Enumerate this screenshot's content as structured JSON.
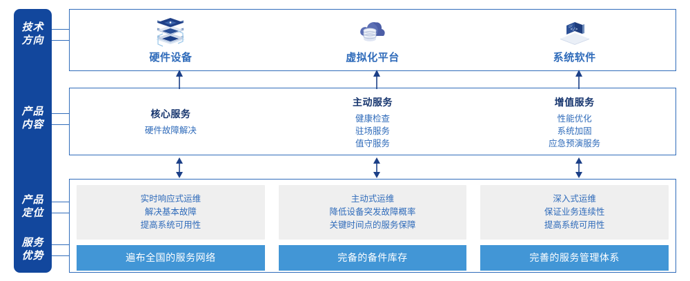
{
  "rail": {
    "labels": [
      {
        "name": "tech-direction",
        "lines": [
          "技术",
          "方向"
        ]
      },
      {
        "name": "product-content",
        "lines": [
          "产品",
          "内容"
        ]
      },
      {
        "name": "product-positioning",
        "lines": [
          "产品",
          "定位"
        ]
      },
      {
        "name": "service-advantage",
        "lines": [
          "服务",
          "优势"
        ]
      }
    ]
  },
  "tech": {
    "columns": [
      {
        "icon": "server-stack-icon",
        "title": "硬件设备"
      },
      {
        "icon": "cloud-database-icon",
        "title": "虚拟化平台"
      },
      {
        "icon": "laptop-code-icon",
        "title": "系统软件"
      }
    ]
  },
  "content": {
    "columns": [
      {
        "title": "核心服务",
        "items": [
          "硬件故障解决"
        ]
      },
      {
        "title": "主动服务",
        "items": [
          "健康检查",
          "驻场服务",
          "值守服务"
        ]
      },
      {
        "title": "增值服务",
        "items": [
          "性能优化",
          "系统加固",
          "应急预演服务"
        ]
      }
    ]
  },
  "bottom": {
    "columns": [
      {
        "positioning": [
          "实时响应式运维",
          "解决基本故障",
          "提高系统可用性"
        ],
        "advantage": "遍布全国的服务网络"
      },
      {
        "positioning": [
          "主动式运维",
          "降低设备突发故障概率",
          "关键时间点的服务保障"
        ],
        "advantage": "完备的备件库存"
      },
      {
        "positioning": [
          "深入式运维",
          "保证业务连续性",
          "提高系统可用性"
        ],
        "advantage": "完善的服务管理体系"
      }
    ]
  },
  "arrows": [
    {
      "name": "arrow-up-content-to-tech",
      "type": "up"
    },
    {
      "name": "arrow-updown-content-to-bottom",
      "type": "up-down"
    }
  ],
  "colors": {
    "rail_navy": "#12479d",
    "border_blue": "#2f6bba",
    "title_navy": "#16356e",
    "text_blue": "#2f6bba",
    "bar_blue": "#4296d6",
    "grey_box": "#efefef",
    "white": "#ffffff"
  }
}
